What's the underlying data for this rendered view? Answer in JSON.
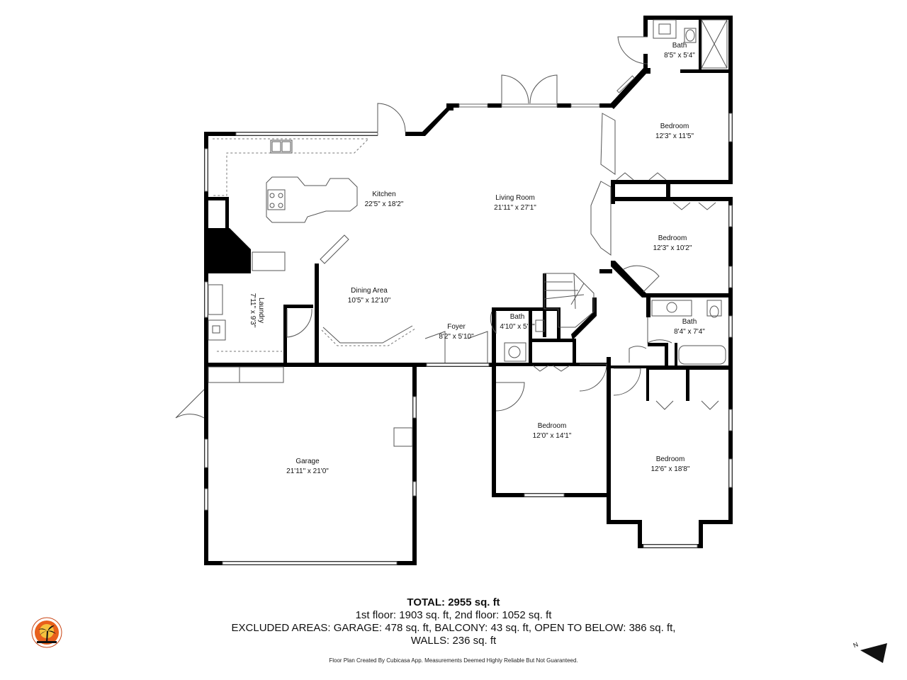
{
  "rooms": {
    "kitchen": {
      "name": "Kitchen",
      "dims": "22'5\" x 18'2\""
    },
    "living_room": {
      "name": "Living Room",
      "dims": "21'11\" x 27'1\""
    },
    "dining_area": {
      "name": "Dining Area",
      "dims": "10'5\" x 12'10\""
    },
    "laundry": {
      "name": "Laundry",
      "dims": "7'11\" x 9'3\""
    },
    "foyer": {
      "name": "Foyer",
      "dims": "8'2\" x 5'10\""
    },
    "bath_small": {
      "name": "Bath",
      "dims": "4'10\" x 5'6\""
    },
    "bath_top": {
      "name": "Bath",
      "dims": "8'5\" x 5'4\""
    },
    "bedroom_1": {
      "name": "Bedroom",
      "dims": "12'3\" x 11'5\""
    },
    "bedroom_2": {
      "name": "Bedroom",
      "dims": "12'3\" x 10'2\""
    },
    "bath_right": {
      "name": "Bath",
      "dims": "8'4\" x 7'4\""
    },
    "bedroom_3": {
      "name": "Bedroom",
      "dims": "12'0\" x 14'1\""
    },
    "bedroom_4": {
      "name": "Bedroom",
      "dims": "12'6\" x 18'8\""
    },
    "garage": {
      "name": "Garage",
      "dims": "21'11\" x 21'0\""
    }
  },
  "summary": {
    "total": "TOTAL: 2955 sq. ft",
    "floors": "1st floor: 1903 sq. ft, 2nd floor: 1052 sq. ft",
    "excluded": "EXCLUDED AREAS: GARAGE: 478 sq. ft, BALCONY: 43 sq. ft, OPEN TO BELOW: 386 sq. ft,",
    "walls": "WALLS: 236 sq. ft"
  },
  "credit": "Floor Plan Created By Cubicasa App. Measurements Deemed Highly Reliable But Not Guaranteed.",
  "icons": {
    "logo": "palm-tree-sunset-logo",
    "compass": "north-arrow-icon"
  },
  "compass_label": "N",
  "colors": {
    "wall": "#000000",
    "logo_orange": "#e8601c",
    "logo_yellow": "#f6c23e"
  }
}
